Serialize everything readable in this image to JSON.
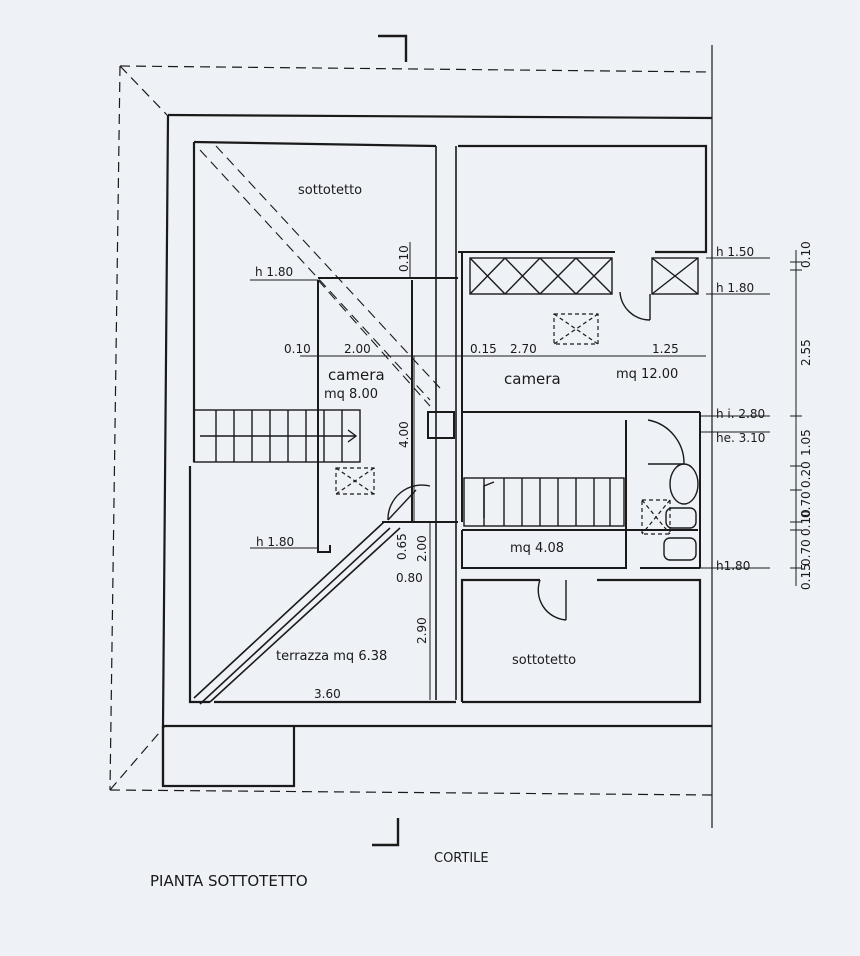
{
  "title": "PIANTA SOTTOTETTO",
  "courtyard": "CORTILE",
  "rooms": {
    "sottotetto_nw": "sottotetto",
    "camera_left": "camera",
    "camera_left_area": "mq 8.00",
    "camera_right": "camera",
    "camera_right_area": "mq 12.00",
    "bath_area": "mq 4.08",
    "terrace": "terrazza mq 6.38",
    "sottotetto_se": "sottotetto"
  },
  "heights": {
    "h_180_top": "h 1.80",
    "h_180_left": "h 1.80",
    "h_150": "h 1.50",
    "h_180_right": "h 1.80",
    "hi": "h i. 2.80",
    "he": "he. 3.10",
    "h_180_bottom_right": "h1.80"
  },
  "dims": {
    "d010_left": "0.10",
    "d200": "2.00",
    "d010_vert": "0.10",
    "d015": "0.15",
    "d270": "2.70",
    "d125": "1.25",
    "d400": "4.00",
    "d065": "0.65",
    "d200_vert": "2.00",
    "d080": "0.80",
    "d290": "2.90",
    "d360": "3.60"
  },
  "right_chain": {
    "c010": "0.10",
    "c255": "2.55",
    "c105": "1.05",
    "c020": "0.20",
    "c070a": "0.70",
    "c010b": "0.10",
    "c070b": "0.70",
    "c015": "0.15"
  }
}
